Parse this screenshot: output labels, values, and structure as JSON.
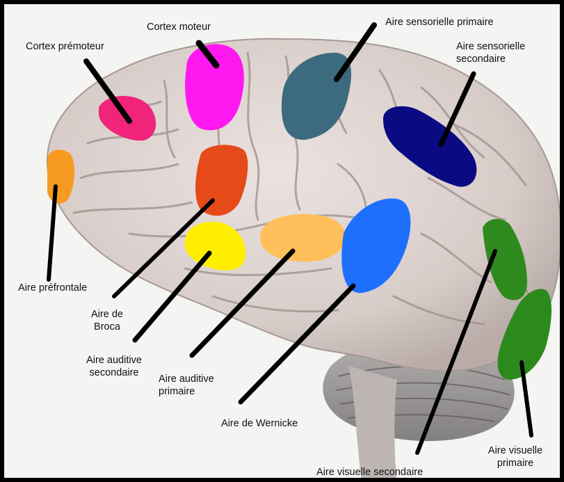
{
  "labels": {
    "cortex_premoteur": "Cortex prémoteur",
    "cortex_moteur": "Cortex moteur",
    "aire_sensorielle_primaire": "Aire sensorielle primaire",
    "aire_sensorielle_secondaire_l1": "Aire sensorielle",
    "aire_sensorielle_secondaire_l2": "secondaire",
    "aire_prefrontale": "Aire préfrontale",
    "aire_broca_l1": "Aire de",
    "aire_broca_l2": "Broca",
    "aire_auditive_secondaire_l1": "Aire auditive",
    "aire_auditive_secondaire_l2": "secondaire",
    "aire_auditive_primaire_l1": "Aire auditive",
    "aire_auditive_primaire_l2": "primaire",
    "aire_wernicke": "Aire de Wernicke",
    "aire_visuelle_secondaire": "Aire visuelle secondaire",
    "aire_visuelle_primaire_l1": "Aire visuelle",
    "aire_visuelle_primaire_l2": "primaire"
  },
  "colors": {
    "cortex_premoteur": "#f0247a",
    "cortex_moteur": "#ff19f0",
    "aire_sensorielle_primaire": "#3c6a7e",
    "aire_sensorielle_secondaire": "#0a0a82",
    "aire_prefrontale": "#f79a22",
    "aire_broca": "#e64a19",
    "aire_auditive_secondaire": "#ffee00",
    "aire_auditive_primaire": "#ffbf5a",
    "aire_wernicke": "#1f6fff",
    "aire_visuelle_secondaire": "#2f8a1d",
    "aire_visuelle_primaire": "#2c8a1c",
    "brain": "#ddd3cf",
    "leader_lines": "#000000"
  }
}
